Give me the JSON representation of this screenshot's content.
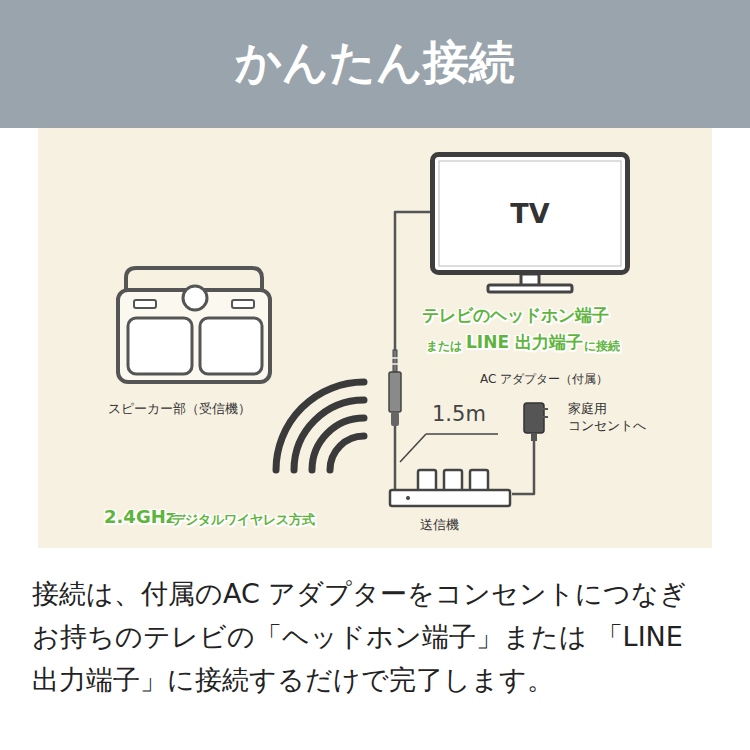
{
  "diagram": {
    "title": "かんたん接続",
    "caption": "接続は、付属のAC アダプターをコンセントにつなぎ お持ちのテレビの「ヘッドホン端子」または 「LINE 出力端子」に接続するだけで完了します。",
    "nodes": [
      {
        "text": [
          "TV"
        ]
      },
      {
        "text": [
          "スピーカー部（受信機）"
        ]
      },
      {
        "text": [
          "送信機"
        ]
      },
      {
        "text": [
          "AC アダプター（付属）"
        ]
      }
    ],
    "edges": [
      {
        "from": 0,
        "to": 2,
        "arrow": "none"
      },
      {
        "from": 3,
        "to": 2,
        "arrow": "none"
      }
    ],
    "labels": [
      "テレビのヘッドホン端子",
      "または",
      "LINE 出力端子",
      "に接続",
      "1.5m",
      "家庭用 コンセントへ",
      "2.4GHz",
      "デジタルワイヤレス方式"
    ]
  }
}
